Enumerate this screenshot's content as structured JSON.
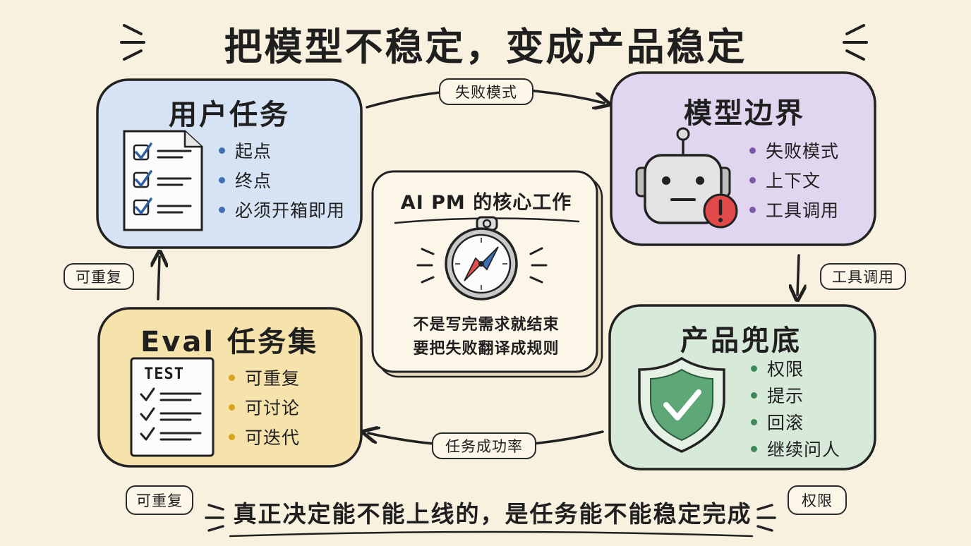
{
  "title": "把模型不稳定，变成产品稳定",
  "boxes": {
    "user_task": {
      "title": "用户任务",
      "items": [
        "起点",
        "终点",
        "必须开箱即用"
      ],
      "fill": "#d6e3f4",
      "dot": "#3e6fb0"
    },
    "model_boundary": {
      "title": "模型边界",
      "items": [
        "失败模式",
        "上下文",
        "工具调用"
      ],
      "fill": "#e1d6ef",
      "dot": "#7b58a8"
    },
    "product_fallback": {
      "title": "产品兜底",
      "items": [
        "权限",
        "提示",
        "回滚",
        "继续问人"
      ],
      "fill": "#d7ead9",
      "dot": "#3f8a5a"
    },
    "eval_set": {
      "title": "Eval 任务集",
      "items": [
        "可重复",
        "可讨论",
        "可迭代"
      ],
      "fill": "#f6e2ab",
      "dot": "#d9a521"
    }
  },
  "arrows": {
    "top": "失败模式",
    "right": "工具调用",
    "bottom": "任务成功率",
    "left": "可重复"
  },
  "center": {
    "title": "AI PM 的核心工作",
    "line1": "不是写完需求就结束",
    "line2": "要把失败翻译成规则"
  },
  "eval_icon_label": "TEST",
  "corner_tags": {
    "bottom_left": "可重复",
    "bottom_right": "权限"
  },
  "bottom_text": "真正决定能不能上线的，是任务能不能稳定完成",
  "colors": {
    "background": "#f8f1df",
    "ink": "#1f1f1f",
    "alert": "#e24a4a",
    "shield": "#5ea878"
  }
}
